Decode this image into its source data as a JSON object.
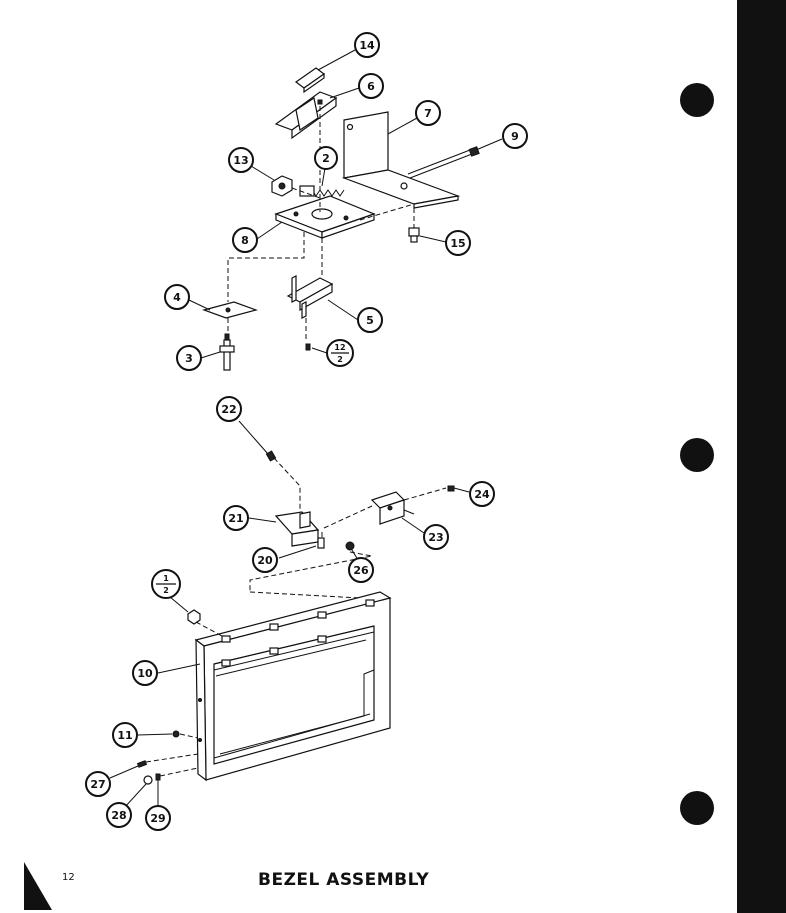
{
  "page": {
    "title": "BEZEL ASSEMBLY",
    "page_number": "12"
  },
  "callouts": [
    {
      "id": "c14",
      "label": "14"
    },
    {
      "id": "c6",
      "label": "6"
    },
    {
      "id": "c7",
      "label": "7"
    },
    {
      "id": "c9",
      "label": "9"
    },
    {
      "id": "c13",
      "label": "13"
    },
    {
      "id": "c2",
      "label": "2"
    },
    {
      "id": "c8",
      "label": "8"
    },
    {
      "id": "c15",
      "label": "15"
    },
    {
      "id": "c4",
      "label": "4"
    },
    {
      "id": "c5",
      "label": "5"
    },
    {
      "id": "c3",
      "label": "3"
    },
    {
      "id": "c22",
      "label": "22"
    },
    {
      "id": "c24",
      "label": "24"
    },
    {
      "id": "c21",
      "label": "21"
    },
    {
      "id": "c23",
      "label": "23"
    },
    {
      "id": "c20",
      "label": "20"
    },
    {
      "id": "c26",
      "label": "26"
    },
    {
      "id": "c10",
      "label": "10"
    },
    {
      "id": "c11",
      "label": "11"
    },
    {
      "id": "c27",
      "label": "27"
    },
    {
      "id": "c28",
      "label": "28"
    },
    {
      "id": "c29",
      "label": "29"
    }
  ],
  "fraction_callouts": [
    {
      "id": "f12",
      "numerator": "12",
      "denominator": "2"
    },
    {
      "id": "f1",
      "numerator": "1",
      "denominator": "2"
    }
  ],
  "colors": {
    "ink": "#111111",
    "paper": "#ffffff",
    "binding_bar": "#111111"
  }
}
